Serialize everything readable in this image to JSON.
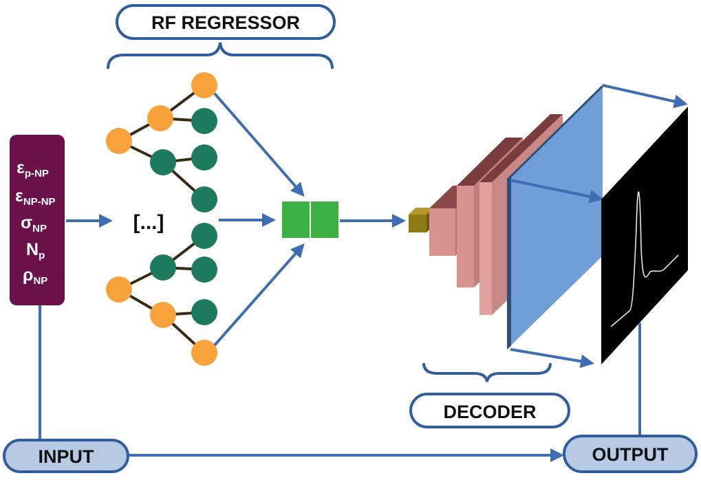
{
  "labels": {
    "rf_regressor": "RF REGRESSOR",
    "decoder": "DECODER",
    "input": "INPUT",
    "output": "OUTPUT",
    "ellipsis": "[...]"
  },
  "parameters": [
    {
      "symbol": "ε",
      "subscript": "p-NP"
    },
    {
      "symbol": "ε",
      "subscript": "NP-NP"
    },
    {
      "symbol": "σ",
      "subscript": "NP"
    },
    {
      "symbol": "N",
      "subscript": "p"
    },
    {
      "symbol": "ρ",
      "subscript": "NP"
    }
  ],
  "colors": {
    "arrow": "#3f6db3",
    "pill_border": "#2f5d9e",
    "pill_fill_light": "#b8c9e3",
    "input_box": "#6b1048",
    "tree_node_orange": "#f7a23b",
    "tree_leaf_green": "#1d7a5c",
    "tree_edge": "#3b2a12",
    "output_vector": "#3cb043",
    "decoder_small": "#8e7a14",
    "decoder_pink": "#d9938f",
    "decoder_blue": "#6f9fd6",
    "output_screen": "#000000"
  },
  "icons": [
    "tree-icon",
    "feature-vector-icon",
    "decoder-layers-icon",
    "spectrum-output-icon"
  ]
}
